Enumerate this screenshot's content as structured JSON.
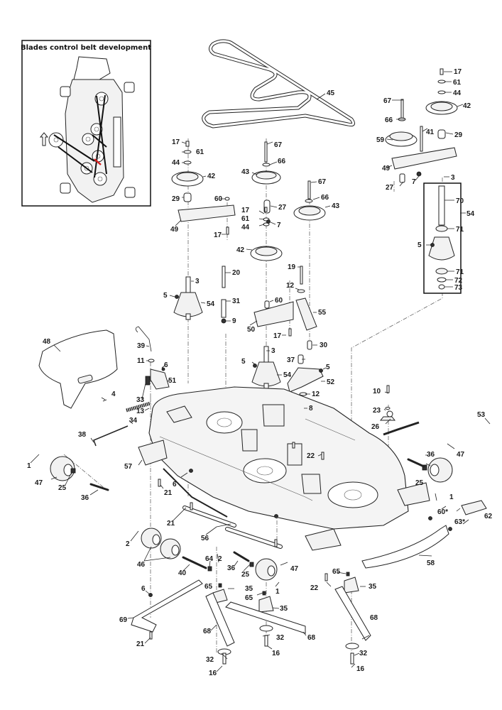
{
  "inset": {
    "title": "Blades control belt development",
    "accent_color": "#d62020"
  },
  "callouts": [
    {
      "id": "c17a",
      "text": "17"
    },
    {
      "id": "c61a",
      "text": "61"
    },
    {
      "id": "c44a",
      "text": "44"
    },
    {
      "id": "c67a",
      "text": "67"
    },
    {
      "id": "c42a",
      "text": "42"
    },
    {
      "id": "c66a",
      "text": "66"
    },
    {
      "id": "c41",
      "text": "41"
    },
    {
      "id": "c59",
      "text": "59"
    },
    {
      "id": "c29a",
      "text": "29"
    },
    {
      "id": "c49a",
      "text": "49"
    },
    {
      "id": "c3a",
      "text": "3"
    },
    {
      "id": "c27a",
      "text": "27"
    },
    {
      "id": "c7a",
      "text": "7"
    },
    {
      "id": "c70",
      "text": "70"
    },
    {
      "id": "c54a",
      "text": "54"
    },
    {
      "id": "c71a",
      "text": "71"
    },
    {
      "id": "c5a",
      "text": "5"
    },
    {
      "id": "c71b",
      "text": "71"
    },
    {
      "id": "c72",
      "text": "72"
    },
    {
      "id": "c73",
      "text": "73"
    },
    {
      "id": "c45",
      "text": "45"
    },
    {
      "id": "c17b",
      "text": "17"
    },
    {
      "id": "c61b",
      "text": "61"
    },
    {
      "id": "c44b",
      "text": "44"
    },
    {
      "id": "c42b",
      "text": "42"
    },
    {
      "id": "c29b",
      "text": "29"
    },
    {
      "id": "c60a",
      "text": "60"
    },
    {
      "id": "c49b",
      "text": "49"
    },
    {
      "id": "c17c",
      "text": "17"
    },
    {
      "id": "c67b",
      "text": "67"
    },
    {
      "id": "c66b",
      "text": "66"
    },
    {
      "id": "c43a",
      "text": "43"
    },
    {
      "id": "c27b",
      "text": "27"
    },
    {
      "id": "c17d",
      "text": "17"
    },
    {
      "id": "c61c",
      "text": "61"
    },
    {
      "id": "c44c",
      "text": "44"
    },
    {
      "id": "c7b",
      "text": "7"
    },
    {
      "id": "c67c",
      "text": "67"
    },
    {
      "id": "c66c",
      "text": "66"
    },
    {
      "id": "c43b",
      "text": "43"
    },
    {
      "id": "c42c",
      "text": "42"
    },
    {
      "id": "c3b",
      "text": "3"
    },
    {
      "id": "c5b",
      "text": "5"
    },
    {
      "id": "c54b",
      "text": "54"
    },
    {
      "id": "c20",
      "text": "20"
    },
    {
      "id": "c31",
      "text": "31"
    },
    {
      "id": "c9",
      "text": "9"
    },
    {
      "id": "c19",
      "text": "19"
    },
    {
      "id": "c12a",
      "text": "12"
    },
    {
      "id": "c60b",
      "text": "60"
    },
    {
      "id": "c55",
      "text": "55"
    },
    {
      "id": "c50",
      "text": "50"
    },
    {
      "id": "c17e",
      "text": "17"
    },
    {
      "id": "c30",
      "text": "30"
    },
    {
      "id": "c3c",
      "text": "3"
    },
    {
      "id": "c5c",
      "text": "5"
    },
    {
      "id": "c54c",
      "text": "54"
    },
    {
      "id": "c37",
      "text": "37"
    },
    {
      "id": "c5d",
      "text": "5"
    },
    {
      "id": "c52",
      "text": "52"
    },
    {
      "id": "c12b",
      "text": "12"
    },
    {
      "id": "c8",
      "text": "8"
    },
    {
      "id": "c48",
      "text": "48"
    },
    {
      "id": "c39",
      "text": "39"
    },
    {
      "id": "c11",
      "text": "11"
    },
    {
      "id": "c6a",
      "text": "6"
    },
    {
      "id": "c51",
      "text": "51"
    },
    {
      "id": "c33",
      "text": "33"
    },
    {
      "id": "c4",
      "text": "4"
    },
    {
      "id": "c13",
      "text": "13"
    },
    {
      "id": "c34",
      "text": "34"
    },
    {
      "id": "c38",
      "text": "38"
    },
    {
      "id": "c57",
      "text": "57"
    },
    {
      "id": "c10",
      "text": "10"
    },
    {
      "id": "c23",
      "text": "23"
    },
    {
      "id": "c26",
      "text": "26"
    },
    {
      "id": "c53",
      "text": "53"
    },
    {
      "id": "c22a",
      "text": "22"
    },
    {
      "id": "c36a",
      "text": "36"
    },
    {
      "id": "c47a",
      "text": "47"
    },
    {
      "id": "c25a",
      "text": "25"
    },
    {
      "id": "c1a",
      "text": "1"
    },
    {
      "id": "c1b",
      "text": "1"
    },
    {
      "id": "c47b",
      "text": "47"
    },
    {
      "id": "c25b",
      "text": "25"
    },
    {
      "id": "c36b",
      "text": "36"
    },
    {
      "id": "c21a",
      "text": "21"
    },
    {
      "id": "c6b",
      "text": "6"
    },
    {
      "id": "c21b",
      "text": "21"
    },
    {
      "id": "c60c",
      "text": "60*"
    },
    {
      "id": "c62",
      "text": "62"
    },
    {
      "id": "c63",
      "text": "63*"
    },
    {
      "id": "c56",
      "text": "56"
    },
    {
      "id": "c58",
      "text": "58"
    },
    {
      "id": "c2a",
      "text": "2"
    },
    {
      "id": "c46",
      "text": "46"
    },
    {
      "id": "c64",
      "text": "64"
    },
    {
      "id": "c2b",
      "text": "2"
    },
    {
      "id": "c36c",
      "text": "36"
    },
    {
      "id": "c25c",
      "text": "25"
    },
    {
      "id": "c47c",
      "text": "47"
    },
    {
      "id": "c40",
      "text": "40"
    },
    {
      "id": "c1c",
      "text": "1"
    },
    {
      "id": "c6c",
      "text": "6"
    },
    {
      "id": "c65a",
      "text": "65"
    },
    {
      "id": "c35a",
      "text": "35"
    },
    {
      "id": "c65b",
      "text": "65"
    },
    {
      "id": "c35b",
      "text": "35"
    },
    {
      "id": "c22b",
      "text": "22"
    },
    {
      "id": "c65c",
      "text": "65"
    },
    {
      "id": "c35c",
      "text": "35"
    },
    {
      "id": "c69",
      "text": "69"
    },
    {
      "id": "c68a",
      "text": "68"
    },
    {
      "id": "c68b",
      "text": "68"
    },
    {
      "id": "c68c",
      "text": "68"
    },
    {
      "id": "c21c",
      "text": "21"
    },
    {
      "id": "c32a",
      "text": "32"
    },
    {
      "id": "c32b",
      "text": "32"
    },
    {
      "id": "c32c",
      "text": "32"
    },
    {
      "id": "c16a",
      "text": "16"
    },
    {
      "id": "c16b",
      "text": "16"
    },
    {
      "id": "c16c",
      "text": "16"
    }
  ]
}
